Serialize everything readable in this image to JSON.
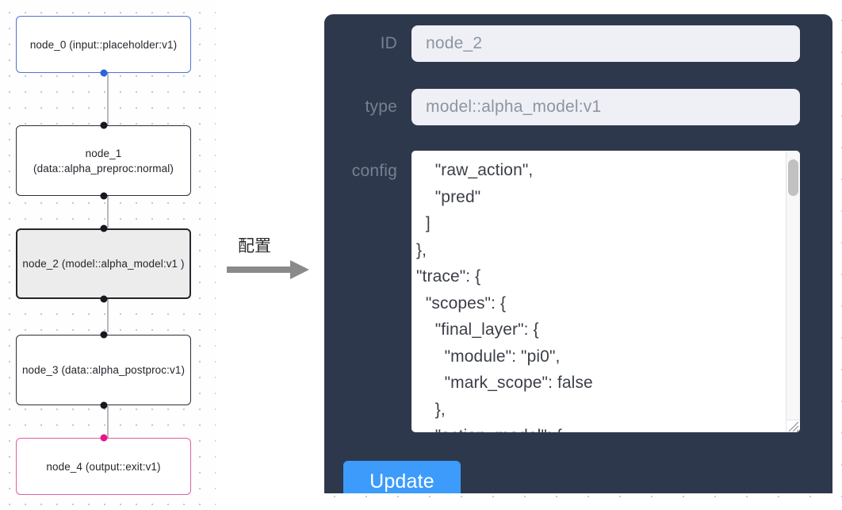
{
  "graph": {
    "nodes": [
      {
        "id": "node_0",
        "label": "node_0\n(input::placeholder:v1)",
        "accent": "#4f74cf",
        "state": "normal"
      },
      {
        "id": "node_1",
        "label": "node_1\n(data::alpha_preproc:normal)",
        "accent": "#2b2f3a",
        "state": "normal"
      },
      {
        "id": "node_2",
        "label": "node_2\n(model::alpha_model:v1\n)",
        "accent": "#24262c",
        "state": "selected"
      },
      {
        "id": "node_3",
        "label": "node_3\n(data::alpha_postproc:v1)",
        "accent": "#2b2f3a",
        "state": "normal"
      },
      {
        "id": "node_4",
        "label": "node_4\n(output::exit:v1)",
        "accent": "#e05fa0",
        "state": "normal"
      }
    ],
    "edges": [
      {
        "from": "node_0",
        "to": "node_1"
      },
      {
        "from": "node_1",
        "to": "node_2"
      },
      {
        "from": "node_2",
        "to": "node_3"
      },
      {
        "from": "node_3",
        "to": "node_4"
      }
    ]
  },
  "annotation": {
    "label": "配置",
    "arrow_color": "#8a8a8a"
  },
  "panel": {
    "background": "#2e384d",
    "fields": {
      "id": {
        "label": "ID",
        "value": "node_2"
      },
      "type": {
        "label": "type",
        "value": "model::alpha_model:v1"
      },
      "config": {
        "label": "config",
        "value": "    \"raw_action\",\n    \"pred\"\n  ]\n},\n\"trace\": {\n  \"scopes\": {\n    \"final_layer\": {\n      \"module\": \"pi0\",\n      \"mark_scope\": false\n    },\n    \"action_model\": {"
      }
    },
    "update_button": {
      "label": "Update",
      "color": "#3d9bfb"
    }
  }
}
